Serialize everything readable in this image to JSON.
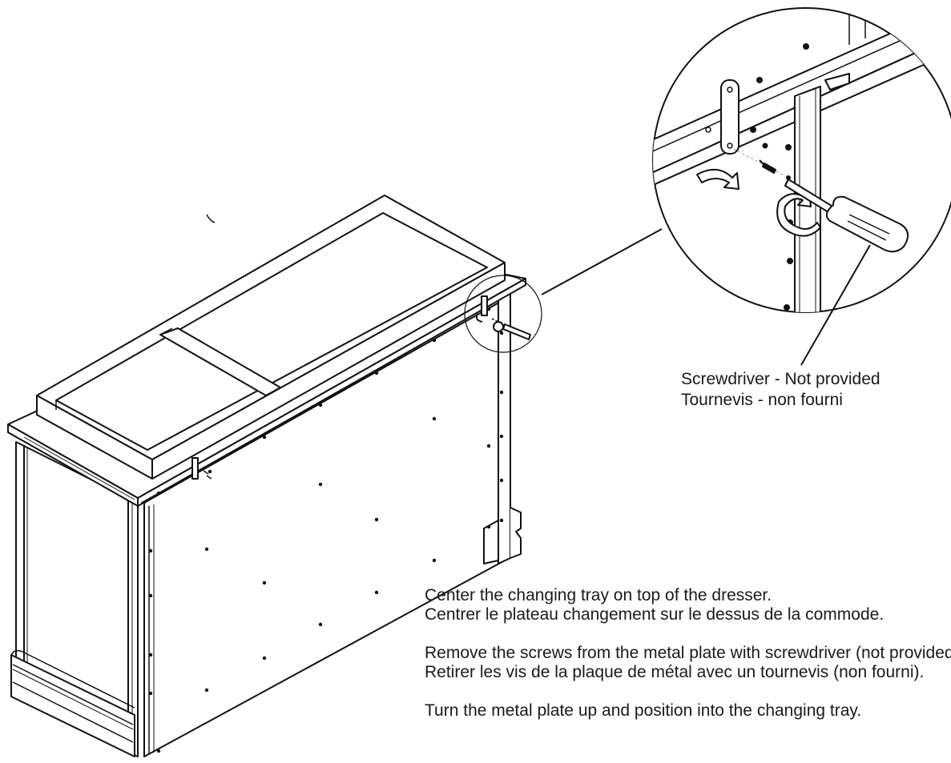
{
  "callout": {
    "line1": "Screwdriver - Not provided",
    "line2": "Tournevis - non fourni"
  },
  "instructions": [
    {
      "en": "Center the changing tray on top of the dresser.",
      "fr": "Centrer le plateau changement sur le dessus de la commode."
    },
    {
      "en": "Remove the screws from the metal plate with screwdriver (not provided).",
      "fr": "Retirer les vis de la plaque de métal avec un tournevis (non fourni)."
    },
    {
      "en": "Turn the metal plate up and position into the changing tray.",
      "fr": ""
    }
  ]
}
